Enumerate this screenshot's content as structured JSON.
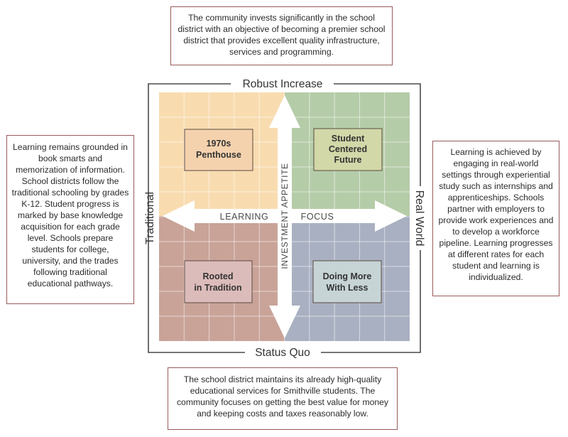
{
  "descriptions": {
    "top": "The community invests significantly in the school district with an objective of becoming a premier school district that provides excellent quality infrastructure, services  and programming.",
    "bottom": "The school district maintains its already high-quality educational services for Smithville students. The community focuses on getting the best value for money and keeping costs and taxes reasonably low.",
    "left": "Learning remains grounded in book smarts and memorization of information. School districts follow the traditional schooling by grades K-12. Student progress is marked by base knowledge acquisition for each grade level. Schools prepare students for college, university, and the trades following traditional educational pathways.",
    "right": "Learning is achieved by engaging in real-world settings through experiential study such as internships and apprenticeships. Schools partner with employers to provide work experiences and to develop a  workforce pipeline. Learning progresses at different rates for each student and learning is individualized."
  },
  "axes": {
    "top": "Robust Increase",
    "bottom": "Status Quo",
    "left": "Traditional",
    "right": "Real World",
    "horizontal_left": "LEARNING",
    "horizontal_right": "FOCUS",
    "vertical": "INVESTMENT APPETITE"
  },
  "quadrants": {
    "top_left": {
      "line1": "1970s",
      "line2": "Penthouse",
      "color": "#f8dcb0",
      "box_color": "#f5d2ae"
    },
    "top_right": {
      "line1": "Student",
      "line2": "Centered",
      "line3": "Future",
      "color": "#b5cca8",
      "box_color": "#d2d8a8"
    },
    "bottom_left": {
      "line1": "Rooted",
      "line2": "in Tradition",
      "color": "#c9a398",
      "box_color": "#dcbcba"
    },
    "bottom_right": {
      "line1": "Doing More",
      "line2": "With Less",
      "color": "#a9b0c1",
      "box_color": "#c6d4d6"
    }
  },
  "colors": {
    "frame": "#4a4a4a",
    "box_border": "#5b4a40",
    "grid_line": "#ffffff",
    "desc_border": "#9a5a5a"
  }
}
